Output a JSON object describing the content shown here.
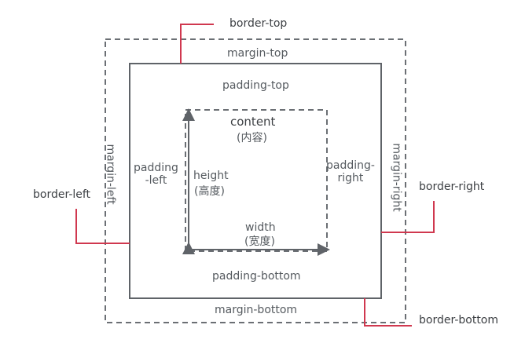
{
  "labels": {
    "border_top": "border-top",
    "border_left": "border-left",
    "border_right": "border-right",
    "border_bottom": "border-bottom",
    "margin_top": "margin-top",
    "margin_left": "margin-left",
    "margin_right": "margin-right",
    "margin_bottom": "margin-bottom",
    "padding_top": "padding-top",
    "padding_left": "padding\n-left",
    "padding_right": "padding-\nright",
    "padding_bottom": "padding-bottom",
    "content": "content",
    "content_cn": "(内容)",
    "height": "height",
    "height_cn": "(高度)",
    "width": "width",
    "width_cn": "(宽度)"
  },
  "colors": {
    "box_line": "#5f6368",
    "dashed_line": "#6b6f74",
    "callout": "#d0384f",
    "arrow": "#5f6368"
  }
}
